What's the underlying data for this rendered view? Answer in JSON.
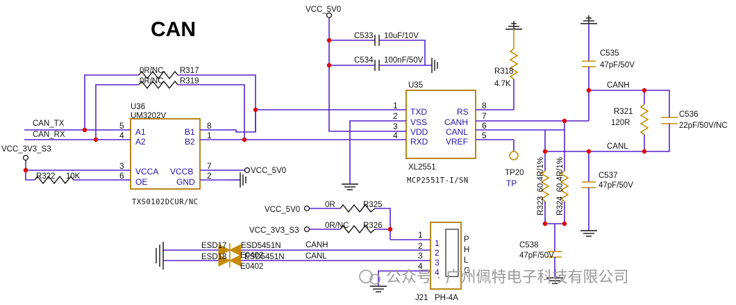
{
  "title": "CAN",
  "colors": {
    "wire": "#5522cc",
    "component": "#c58a00",
    "junction": "#e00000",
    "pin_name": "#2211aa"
  },
  "power": {
    "vcc5_top": "VCC_5V0",
    "vcc5_u36": "VCC_5V0",
    "vcc5_r325": "VCC_5V0",
    "vcc33_left": "VCC_3V3_S3",
    "vcc33_r326": "VCC_3V3_S3"
  },
  "nets": {
    "can_tx": "CAN_TX",
    "can_rx": "CAN_RX",
    "canh_bus": "CANH",
    "canl_bus": "CANL",
    "canh_conn": "CANH",
    "canl_conn": "CANL"
  },
  "u36": {
    "ref": "U36",
    "part": "UM3202V",
    "footprint": "TXS0102DCUR/NC",
    "pins": [
      {
        "num": "5",
        "name": "A1"
      },
      {
        "num": "4",
        "name": "A2"
      },
      {
        "num": "3",
        "name": "VCCA"
      },
      {
        "num": "6",
        "name": "OE"
      },
      {
        "num": "8",
        "name": "B1"
      },
      {
        "num": "1",
        "name": "B2"
      },
      {
        "num": "7",
        "name": "VCCB"
      },
      {
        "num": "2",
        "name": "GND"
      }
    ]
  },
  "u35": {
    "ref": "U35",
    "part": "XL2551",
    "footprint": "MCP2551T-I/SN",
    "pins": [
      {
        "num": "1",
        "name": "TXD"
      },
      {
        "num": "2",
        "name": "VSS"
      },
      {
        "num": "3",
        "name": "VDD"
      },
      {
        "num": "4",
        "name": "RXD"
      },
      {
        "num": "8",
        "name": "RS"
      },
      {
        "num": "7",
        "name": "CANH"
      },
      {
        "num": "6",
        "name": "CANL"
      },
      {
        "num": "5",
        "name": "VREF"
      }
    ]
  },
  "resistors": {
    "r317": {
      "ref": "R317",
      "value": "0R/NC"
    },
    "r319": {
      "ref": "R319",
      "value": "0R/NC"
    },
    "r322": {
      "ref": "R322",
      "value": "10K"
    },
    "r318": {
      "ref": "R318",
      "value": "4.7K"
    },
    "r321": {
      "ref": "R321",
      "value": "120R"
    },
    "r323": {
      "ref": "R323",
      "value": "60.4R/1%"
    },
    "r324": {
      "ref": "R324",
      "value": "60.4R/1%"
    },
    "r325": {
      "ref": "R325",
      "value": "0R"
    },
    "r326": {
      "ref": "R326",
      "value": "0R/NC"
    }
  },
  "capacitors": {
    "c533": {
      "ref": "C533",
      "value": "10uF/10V"
    },
    "c534": {
      "ref": "C534",
      "value": "100nF/50V"
    },
    "c535": {
      "ref": "C535",
      "value": "47pF/50V"
    },
    "c536": {
      "ref": "C536",
      "value": "22pF/50V/NC"
    },
    "c537": {
      "ref": "C537",
      "value": "47pF/50V"
    },
    "c538": {
      "ref": "C538",
      "value": "47pF/50V"
    }
  },
  "tp20": {
    "ref": "TP20",
    "value": "TP"
  },
  "esd17": {
    "ref": "ESD17",
    "part": "ESD5451N",
    "package": "E0402"
  },
  "esd18": {
    "ref": "ESD18",
    "part": "ESD5451N",
    "package": "E0402"
  },
  "j21": {
    "ref": "J21",
    "part": "PH-4A",
    "pins": [
      "1",
      "2",
      "3",
      "4"
    ],
    "outline_text": [
      "P",
      "H",
      "L",
      "G"
    ]
  },
  "watermark": "公众号 · 广州佩特电子科技有限公司"
}
